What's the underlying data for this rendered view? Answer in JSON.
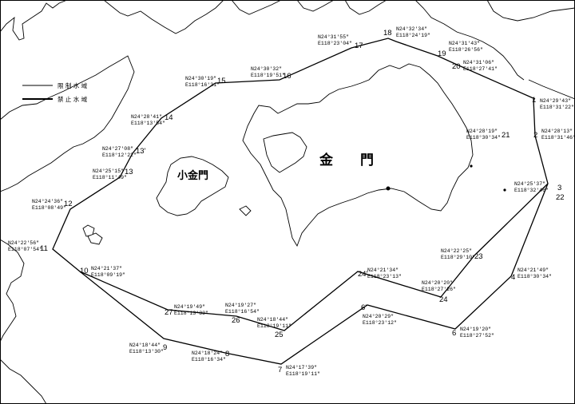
{
  "legend": {
    "restricted": "限 制 水 域",
    "prohibited": "禁 止 水 域"
  },
  "places": {
    "kinmen": "金　　門",
    "little_kinmen": "小金門"
  },
  "points": [
    {
      "id": "1",
      "lat": "N24°29'43\"",
      "lon": "E118°31'22\""
    },
    {
      "id": "2",
      "lat": "N24°28'13\"",
      "lon": "E118°31'46\""
    },
    {
      "id": "3",
      "lat": "",
      "lon": ""
    },
    {
      "id": "4",
      "lat": "N24°21'49\"",
      "lon": "E118°30'34\""
    },
    {
      "id": "6",
      "lat": "N24°19'20\"",
      "lon": "E118°27'52\""
    },
    {
      "id": "6'",
      "lat": "N24°20'29\"",
      "lon": "E118°23'12\""
    },
    {
      "id": "7",
      "lat": "N24°17'39\"",
      "lon": "E118°19'11\""
    },
    {
      "id": "8",
      "lat": "N24°18'24\"",
      "lon": "E118°16'34\""
    },
    {
      "id": "9",
      "lat": "N24°18'44\"",
      "lon": "E118°13'30\""
    },
    {
      "id": "10",
      "lat": "N24°21'37\"",
      "lon": "E118°09'19\""
    },
    {
      "id": "11",
      "lat": "N24°22'56\"",
      "lon": "E118°07'54\""
    },
    {
      "id": "12",
      "lat": "N24°24'36\"",
      "lon": "E118°08'49\""
    },
    {
      "id": "13",
      "lat": "N24°25'15\"",
      "lon": "E118°11'49\""
    },
    {
      "id": "13'",
      "lat": "N24°27'08\"",
      "lon": "E118°12'22\""
    },
    {
      "id": "14",
      "lat": "N24°28'41\"",
      "lon": "E118°13'54\""
    },
    {
      "id": "15",
      "lat": "N24°30'19\"",
      "lon": "E118°16'31\""
    },
    {
      "id": "16",
      "lat": "N24°30'32\"",
      "lon": "E118°19'51\""
    },
    {
      "id": "17",
      "lat": "N24°31'55\"",
      "lon": "E118°23'04\""
    },
    {
      "id": "18",
      "lat": "N24°32'34\"",
      "lon": "E118°24'19\""
    },
    {
      "id": "19",
      "lat": "N24°31'43\"",
      "lon": "E118°26'56\""
    },
    {
      "id": "20",
      "lat": "N24°31'06\"",
      "lon": "E118°27'41\""
    },
    {
      "id": "21",
      "lat": "N24°28'19\"",
      "lon": "E118°30'34\""
    },
    {
      "id": "22",
      "lat": "N24°25'37\"",
      "lon": "E118°32'46\""
    },
    {
      "id": "23",
      "lat": "N24°22'25\"",
      "lon": "E118°29'10\""
    },
    {
      "id": "24",
      "lat": "N24°20'20\"",
      "lon": "E118°27'26\""
    },
    {
      "id": "24'",
      "lat": "N24°21'34\"",
      "lon": "E118°23'13\""
    },
    {
      "id": "25",
      "lat": "N24°18'44\"",
      "lon": "E118°19'11\""
    },
    {
      "id": "26",
      "lat": "N24°19'27\"",
      "lon": "E118°16'54\""
    },
    {
      "id": "27",
      "lat": "N24°19'49\"",
      "lon": "E118°13'33\""
    }
  ]
}
